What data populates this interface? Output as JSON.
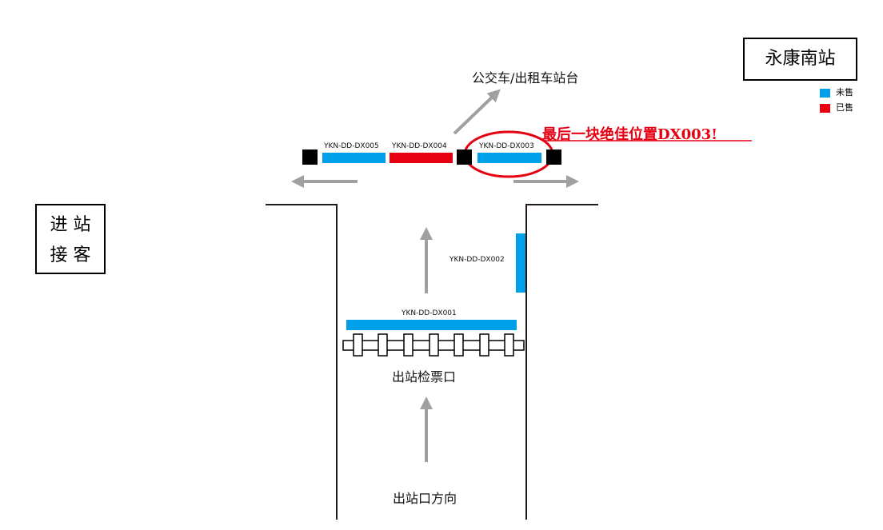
{
  "station_name": "永康南站",
  "legend": [
    {
      "label": "未售",
      "color": "#00a0e9"
    },
    {
      "label": "已售",
      "color": "#e60012"
    }
  ],
  "entry_label": {
    "line1": "进 站",
    "line2": "接 客"
  },
  "bus_taxi_label": "公交车/出租车站台",
  "highlight_text": "最后一块绝佳位置DX003!",
  "exit_gate_label": "出站检票口",
  "exit_direction_label": "出站口方向",
  "slots": [
    {
      "id": "YKN-DD-DX005",
      "status": "unsold"
    },
    {
      "id": "YKN-DD-DX004",
      "status": "sold"
    },
    {
      "id": "YKN-DD-DX003",
      "status": "unsold"
    },
    {
      "id": "YKN-DD-DX002",
      "status": "unsold"
    },
    {
      "id": "YKN-DD-DX001",
      "status": "unsold"
    }
  ]
}
